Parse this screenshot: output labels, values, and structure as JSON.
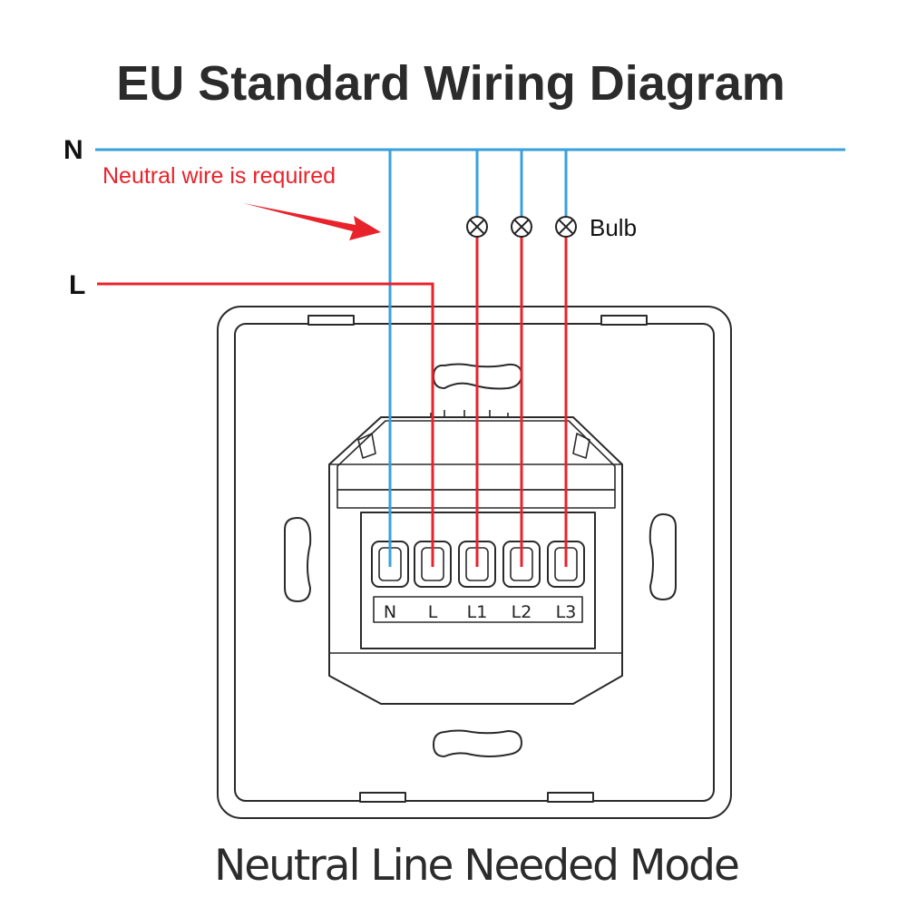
{
  "title": "EU Standard Wiring Diagram",
  "footer": "Neutral Line Needed Mode",
  "wires": {
    "neutral_label": "N",
    "live_label": "L",
    "neutral_note": "Neutral wire is required"
  },
  "bulbs": {
    "label": "Bulb",
    "count": 3
  },
  "terminals": [
    "N",
    "L",
    "L1",
    "L2",
    "L3"
  ],
  "colors": {
    "neutral_wire": "#3aa0dc",
    "live_wire": "#e8232b",
    "note_text": "#e8232b",
    "outline": "#2a2a2a"
  }
}
